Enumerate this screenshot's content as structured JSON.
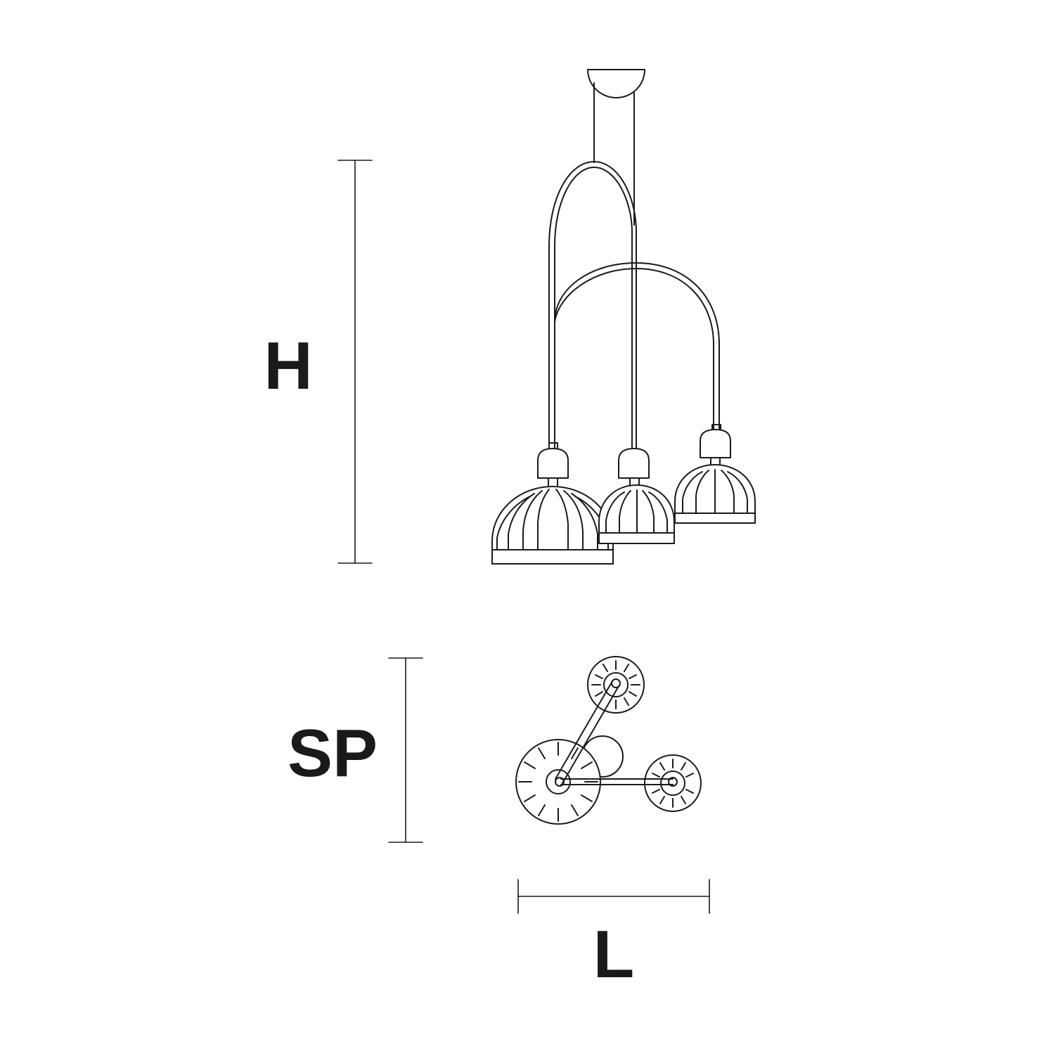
{
  "dimensions": {
    "height_label": "H",
    "depth_label": "SP",
    "length_label": "L"
  },
  "colors": {
    "line": "#1a1a1a",
    "background": "#ffffff"
  }
}
